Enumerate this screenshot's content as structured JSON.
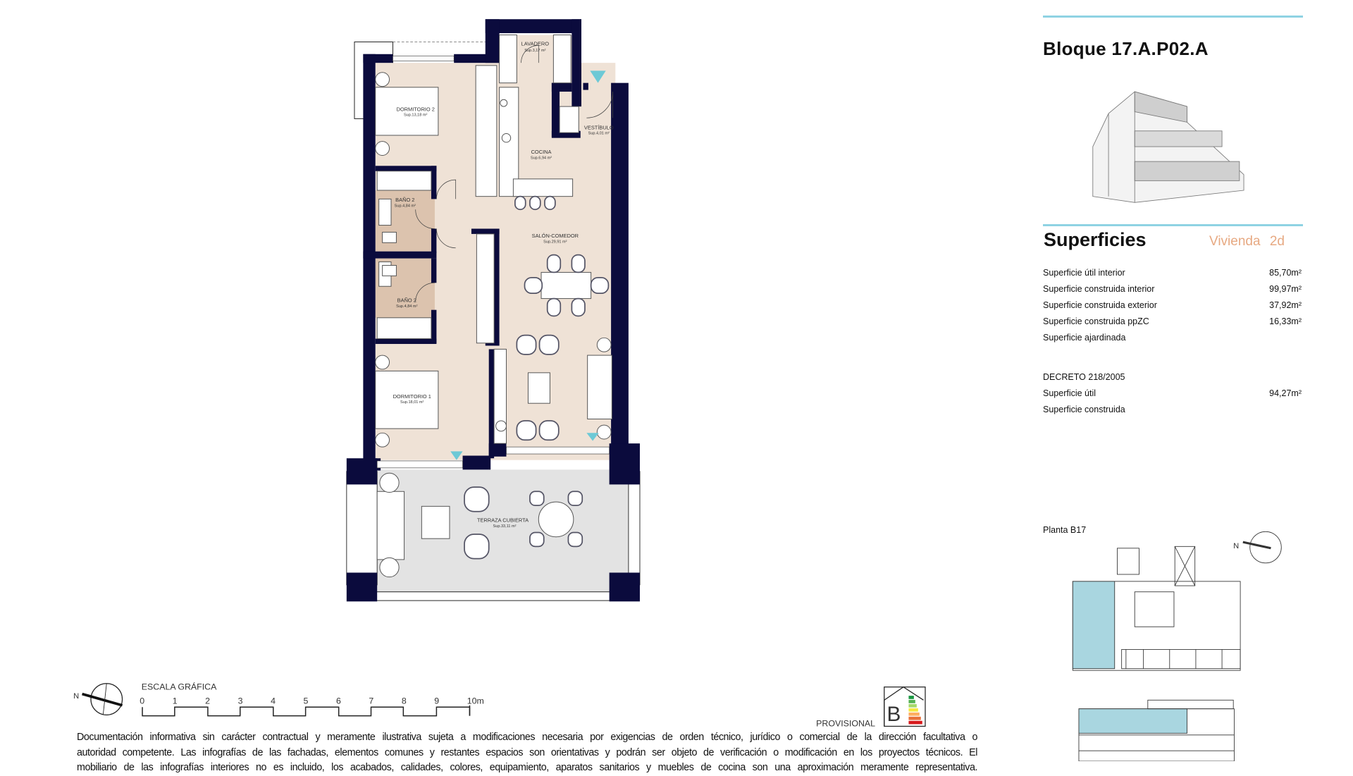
{
  "header": {
    "title": "Bloque 17.A.P02.A"
  },
  "superficies": {
    "title": "Superficies",
    "tipo": "Vivienda   2d",
    "rows": [
      {
        "label": "Superficie útil interior",
        "value": "85,70m²"
      },
      {
        "label": "Superficie construida interior",
        "value": "99,97m²"
      },
      {
        "label": "Superficie construida exterior",
        "value": "37,92m²"
      },
      {
        "label": "Superficie construida ppZC",
        "value": "16,33m²"
      },
      {
        "label": "Superficie ajardinada",
        "value": ""
      }
    ],
    "decreto": {
      "title": "DECRETO 218/2005",
      "rows": [
        {
          "label": "Superficie útil",
          "value": "94,27m²"
        },
        {
          "label": "Superficie construida",
          "value": ""
        }
      ]
    }
  },
  "planta": {
    "label": "Planta B17",
    "north": "N"
  },
  "rooms": {
    "lavadero": {
      "name": "LAVADERO",
      "area": "Sup.3,17 m²"
    },
    "dormitorio2": {
      "name": "DORMITORIO 2",
      "area": "Sup.13,18 m²"
    },
    "vestibulo": {
      "name": "VESTÍBULO",
      "area": "Sup.4,01 m²"
    },
    "cocina": {
      "name": "COCINA",
      "area": "Sup.6,94 m²"
    },
    "bano_a": {
      "name": "BAÑO 2",
      "area": "Sup.4,84 m²"
    },
    "salon": {
      "name": "SALÓN-COMEDOR",
      "area": "Sup.29,91 m²"
    },
    "bano_b": {
      "name": "BAÑO 2",
      "area": "Sup.4,84 m²"
    },
    "dormitorio1": {
      "name": "DORMITORIO 1",
      "area": "Sup.18,01 m²"
    },
    "terraza": {
      "name": "TERRAZA CUBIERTA",
      "area": "Sup.33,11 m²"
    }
  },
  "scale": {
    "title": "ESCALA GRÁFICA",
    "ticks": [
      "0",
      "1",
      "2",
      "3",
      "4",
      "5",
      "6",
      "7",
      "8",
      "9",
      "10m"
    ],
    "north": "N"
  },
  "energy": {
    "rating": "B",
    "label": "PROVISIONAL",
    "colors": [
      "#1a9641",
      "#52b151",
      "#a6d96a",
      "#f4e842",
      "#fdae61",
      "#e8713a",
      "#d7191c"
    ]
  },
  "colors": {
    "accent": "#8fd3e3",
    "wall": "#0b0b3d",
    "interior": "#efe2d6",
    "bath": "#dcc3ae",
    "terrace": "#e3e3e3",
    "highlight": "#a9d6e0",
    "tipo": "#e7a982"
  },
  "disclaimer": [
    "Documentación informativa sin carácter contractual y meramente ilustrativa sujeta a modificaciones necesaria por exigencias de orden técnico, jurídico o comercial de la dirección facultativa o",
    "autoridad competente. Las infografías de las fachadas, elementos comunes y restantes espacios son orientativas y podrán ser objeto de verificación o modificación en los proyectos técnicos. El",
    "mobiliario de las infografías interiores no es incluido, los acabados, calidades, colores, equipamiento, aparatos sanitarios y muebles de cocina son una aproximación meramente representativa."
  ]
}
